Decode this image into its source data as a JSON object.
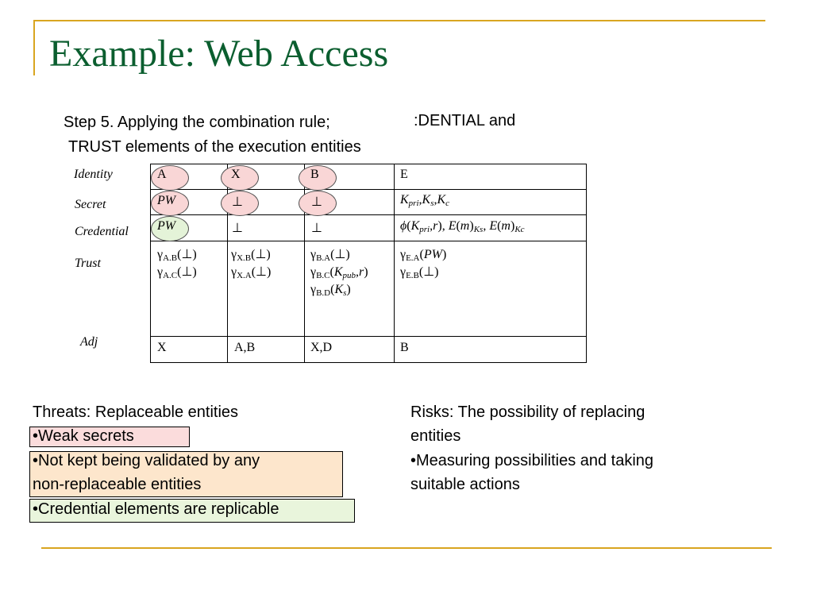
{
  "title": "Example: Web Access",
  "step": {
    "line1_part1": "Step 5. Applying the combination rule;",
    "line1_part2": ":DENTIAL and",
    "line2": "TRUST elements of the execution entities"
  },
  "row_labels": {
    "identity": "Identity",
    "secret": "Secret",
    "credential": "Credential",
    "trust": "Trust",
    "adj": "Adj"
  },
  "table": {
    "identity": [
      "A",
      "X",
      "B",
      "E"
    ],
    "secret": [
      "PW",
      "⊥",
      "⊥"
    ],
    "credential": [
      "PW",
      "⊥",
      "⊥"
    ],
    "adj": [
      "X",
      "A,B",
      "X,D",
      "B"
    ]
  },
  "threats": {
    "heading": "Threats: Replaceable entities",
    "item1": "•Weak secrets",
    "item2_line1": "•Not kept being validated by any",
    "item2_line2": "non-replaceable entities",
    "item3": "•Credential elements are replicable"
  },
  "risks": {
    "heading_line1": "Risks: The possibility of replacing",
    "heading_line2": "entities",
    "item1_line1": "•Measuring possibilities and taking",
    "item1_line2": "suitable actions"
  },
  "colors": {
    "title": "#0b5e2f",
    "rule": "#d9a520",
    "secret_highlight": "#f9d6d6",
    "credential_highlight": "#e4f3d8",
    "threat_weak": "#fbdcdc",
    "threat_validate": "#fde6cc",
    "threat_replicable": "#e9f5dc"
  }
}
